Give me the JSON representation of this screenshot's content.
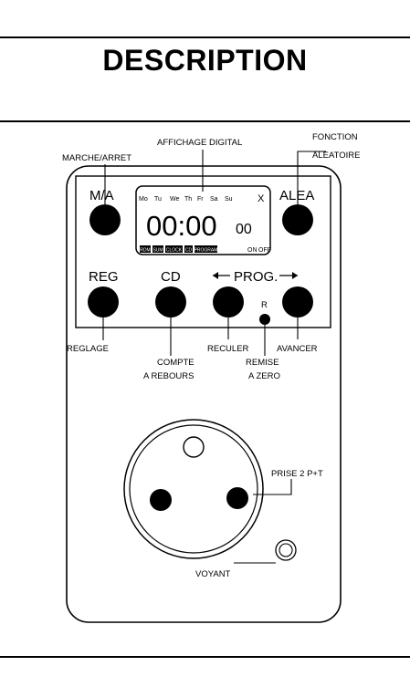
{
  "title": "DESCRIPTION",
  "display": {
    "days": [
      "Mo",
      "Tu",
      "We",
      "Th",
      "Fr",
      "Sa",
      "Su"
    ],
    "x_mark": "X",
    "time": "00:00",
    "seconds": "00",
    "tags": [
      "RDM",
      "SUM",
      "CLOCK",
      "CD",
      "PROGRAM"
    ],
    "on_label": "ON",
    "off_label": "OFF"
  },
  "buttons": {
    "ma": "M/A",
    "alea": "ALEA",
    "reg": "REG",
    "cd": "CD",
    "prog": "PROG.",
    "reset": "R"
  },
  "callouts": {
    "affichage": "AFFICHAGE DIGITAL",
    "fonction": "FONCTION",
    "aleatoire": "ALEATOIRE",
    "marche": "MARCHE/ARRET",
    "reglage": "REGLAGE",
    "compte": "COMPTE",
    "rebours": "A REBOURS",
    "reculer": "RECULER",
    "remise": "REMISE",
    "azero": "A ZERO",
    "avancer": "AVANCER",
    "prise": "PRISE 2 P+T",
    "voyant": "VOYANT"
  }
}
